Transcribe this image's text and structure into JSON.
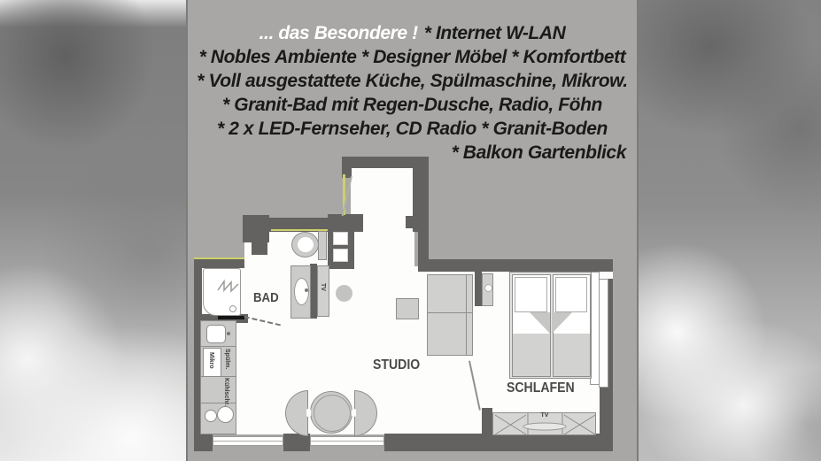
{
  "headline": {
    "line1": {
      "highlight": "... das Besondere !",
      "rest": "* Internet W-LAN"
    },
    "lines": [
      "* Nobles Ambiente * Designer Möbel * Komfortbett",
      "* Voll ausgestattete Küche, Spülmaschine, Mikrow.",
      "* Granit-Bad mit Regen-Dusche, Radio, Föhn",
      "* 2 x LED-Fernseher, CD Radio * Granit-Boden",
      "* Balkon Gartenblick"
    ],
    "highlight_color": "#ffffff",
    "text_color": "#1a1a1a"
  },
  "floor_plan": {
    "rooms": [
      {
        "name": "BAD"
      },
      {
        "name": "STUDIO"
      },
      {
        "name": "SCHLAFEN"
      }
    ],
    "labels": {
      "tv_bath": "TV",
      "tv_wardrobe": "TV",
      "mikro": "Mikro",
      "spuelmaschine": "Spülm.",
      "kuehlschrank": "Kühlschr."
    },
    "colors": {
      "wall": "#636260",
      "floor": "#fdfdfc",
      "furniture": "#cbcbc9",
      "panel_background": "#a8a7a5",
      "accent_line": "#cdd06a"
    }
  }
}
